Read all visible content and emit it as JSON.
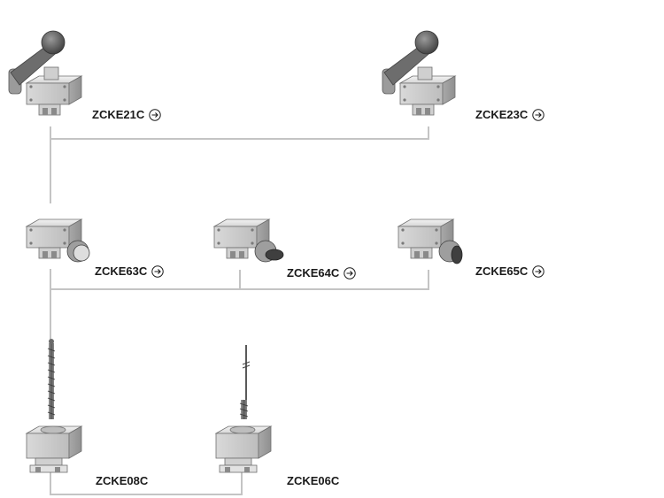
{
  "products": {
    "zcke21c": {
      "code": "ZCKE21C",
      "icon": "arrow-circle-icon"
    },
    "zcke23c": {
      "code": "ZCKE23C",
      "icon": "arrow-circle-icon"
    },
    "zcke63c": {
      "code": "ZCKE63C",
      "icon": "arrow-circle-icon"
    },
    "zcke64c": {
      "code": "ZCKE64C",
      "icon": "arrow-circle-icon"
    },
    "zcke65c": {
      "code": "ZCKE65C",
      "icon": "arrow-circle-icon"
    },
    "zcke08c": {
      "code": "ZCKE08C"
    },
    "zcke06c": {
      "code": "ZCKE06C"
    }
  },
  "colors": {
    "connector": "#c4c4c4",
    "body_light": "#e2e2e2",
    "body_mid": "#c9c9c9",
    "body_dark": "#8a8a8a",
    "label": "#1a1a1a"
  }
}
